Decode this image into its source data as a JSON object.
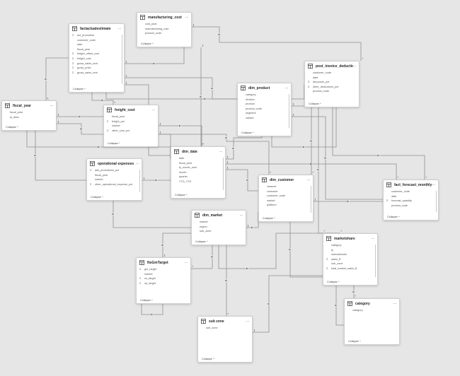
{
  "tables": {
    "manufacturing_cost": {
      "title": "manufacturing_cost",
      "fields": [
        "cost_year",
        "manufacturing_cost",
        "product_code"
      ],
      "collapse": "Collapse ^"
    },
    "factactualestimate": {
      "title": "factactualestimate",
      "fields": [
        "act_promotion",
        "customer_code",
        "date",
        "fiscal_year",
        "freight_offset_cost",
        "freight_cost",
        "gross_sales_amt",
        "gross_price",
        "gross_sales_amt"
      ],
      "collapse": "Collapse ^"
    },
    "post_invoice_deductions": {
      "title": "post_invoice_deductions",
      "fields": [
        "customer_code",
        "date",
        "discounts_pct",
        "other_deductions_pct",
        "product_code"
      ],
      "collapse": "Collapse ^"
    },
    "dim_product": {
      "title": "dim_product",
      "fields": [
        "category",
        "division",
        "product",
        "product_code",
        "segment",
        "variant"
      ],
      "collapse": "Collapse ^"
    },
    "fiscal_year": {
      "title": "fiscal_year",
      "fields": [
        "fiscal_year",
        "fy_desc"
      ],
      "collapse": "Collapse ^"
    },
    "freight_cost": {
      "title": "freight_cost",
      "fields": [
        "fiscal_year",
        "freight_pct",
        "market",
        "other_cost_pct"
      ],
      "collapse": "Collapse ^"
    },
    "dim_date": {
      "title": "dim_date",
      "fields": [
        "date",
        "fiscal_year",
        "fy_month_num",
        "month",
        "quarter",
        "YTD_YTG"
      ],
      "collapse": "Collapse ^"
    },
    "operational_expenses": {
      "title": "operational expenses",
      "fields": [
        "ads_promotions_pct",
        "fiscal_year",
        "market",
        "other_operational_expense_pct"
      ],
      "collapse": "Collapse ^"
    },
    "dim_customer": {
      "title": "dim_customer",
      "fields": [
        "channel",
        "customer",
        "customer_code",
        "market",
        "platform"
      ],
      "collapse": "Collapse ^"
    },
    "fact_forecast_monthly": {
      "title": "fact_forecast_monthly",
      "fields": [
        "customer_code",
        "date",
        "forecast_quantity",
        "product_code"
      ],
      "collapse": "Collapse ^"
    },
    "dim_market": {
      "title": "dim_market",
      "fields": [
        "market",
        "region",
        "sub_zone"
      ],
      "collapse": "Collapse ^"
    },
    "marketshare": {
      "title": "marketshare",
      "fields": [
        "category",
        "fy",
        "manufacturer",
        "sales_$",
        "sub_zone",
        "total_market_sales_$"
      ],
      "collapse": "Collapse ^"
    },
    "nsgmtarget": {
      "title": "NsGmTarget",
      "fields": [
        "gm_target",
        "market",
        "ns_target",
        "np_target"
      ],
      "collapse": "Collapse ^"
    },
    "category": {
      "title": "category",
      "fields": [
        "category"
      ],
      "collapse": "Collapse ^"
    },
    "sub_zone": {
      "title": "sub zone",
      "fields": [
        "sub_zone"
      ],
      "collapse": "Collapse ^"
    }
  },
  "relationship_labels": {
    "one": "1",
    "many": "*"
  },
  "colors": {
    "background": "#e6e6e6",
    "card": "#ffffff",
    "line": "#8f8f8f",
    "text": "#252423"
  },
  "icons": {
    "table": "table-icon",
    "menu": "more-options-icon",
    "measure": "sigma-icon"
  }
}
